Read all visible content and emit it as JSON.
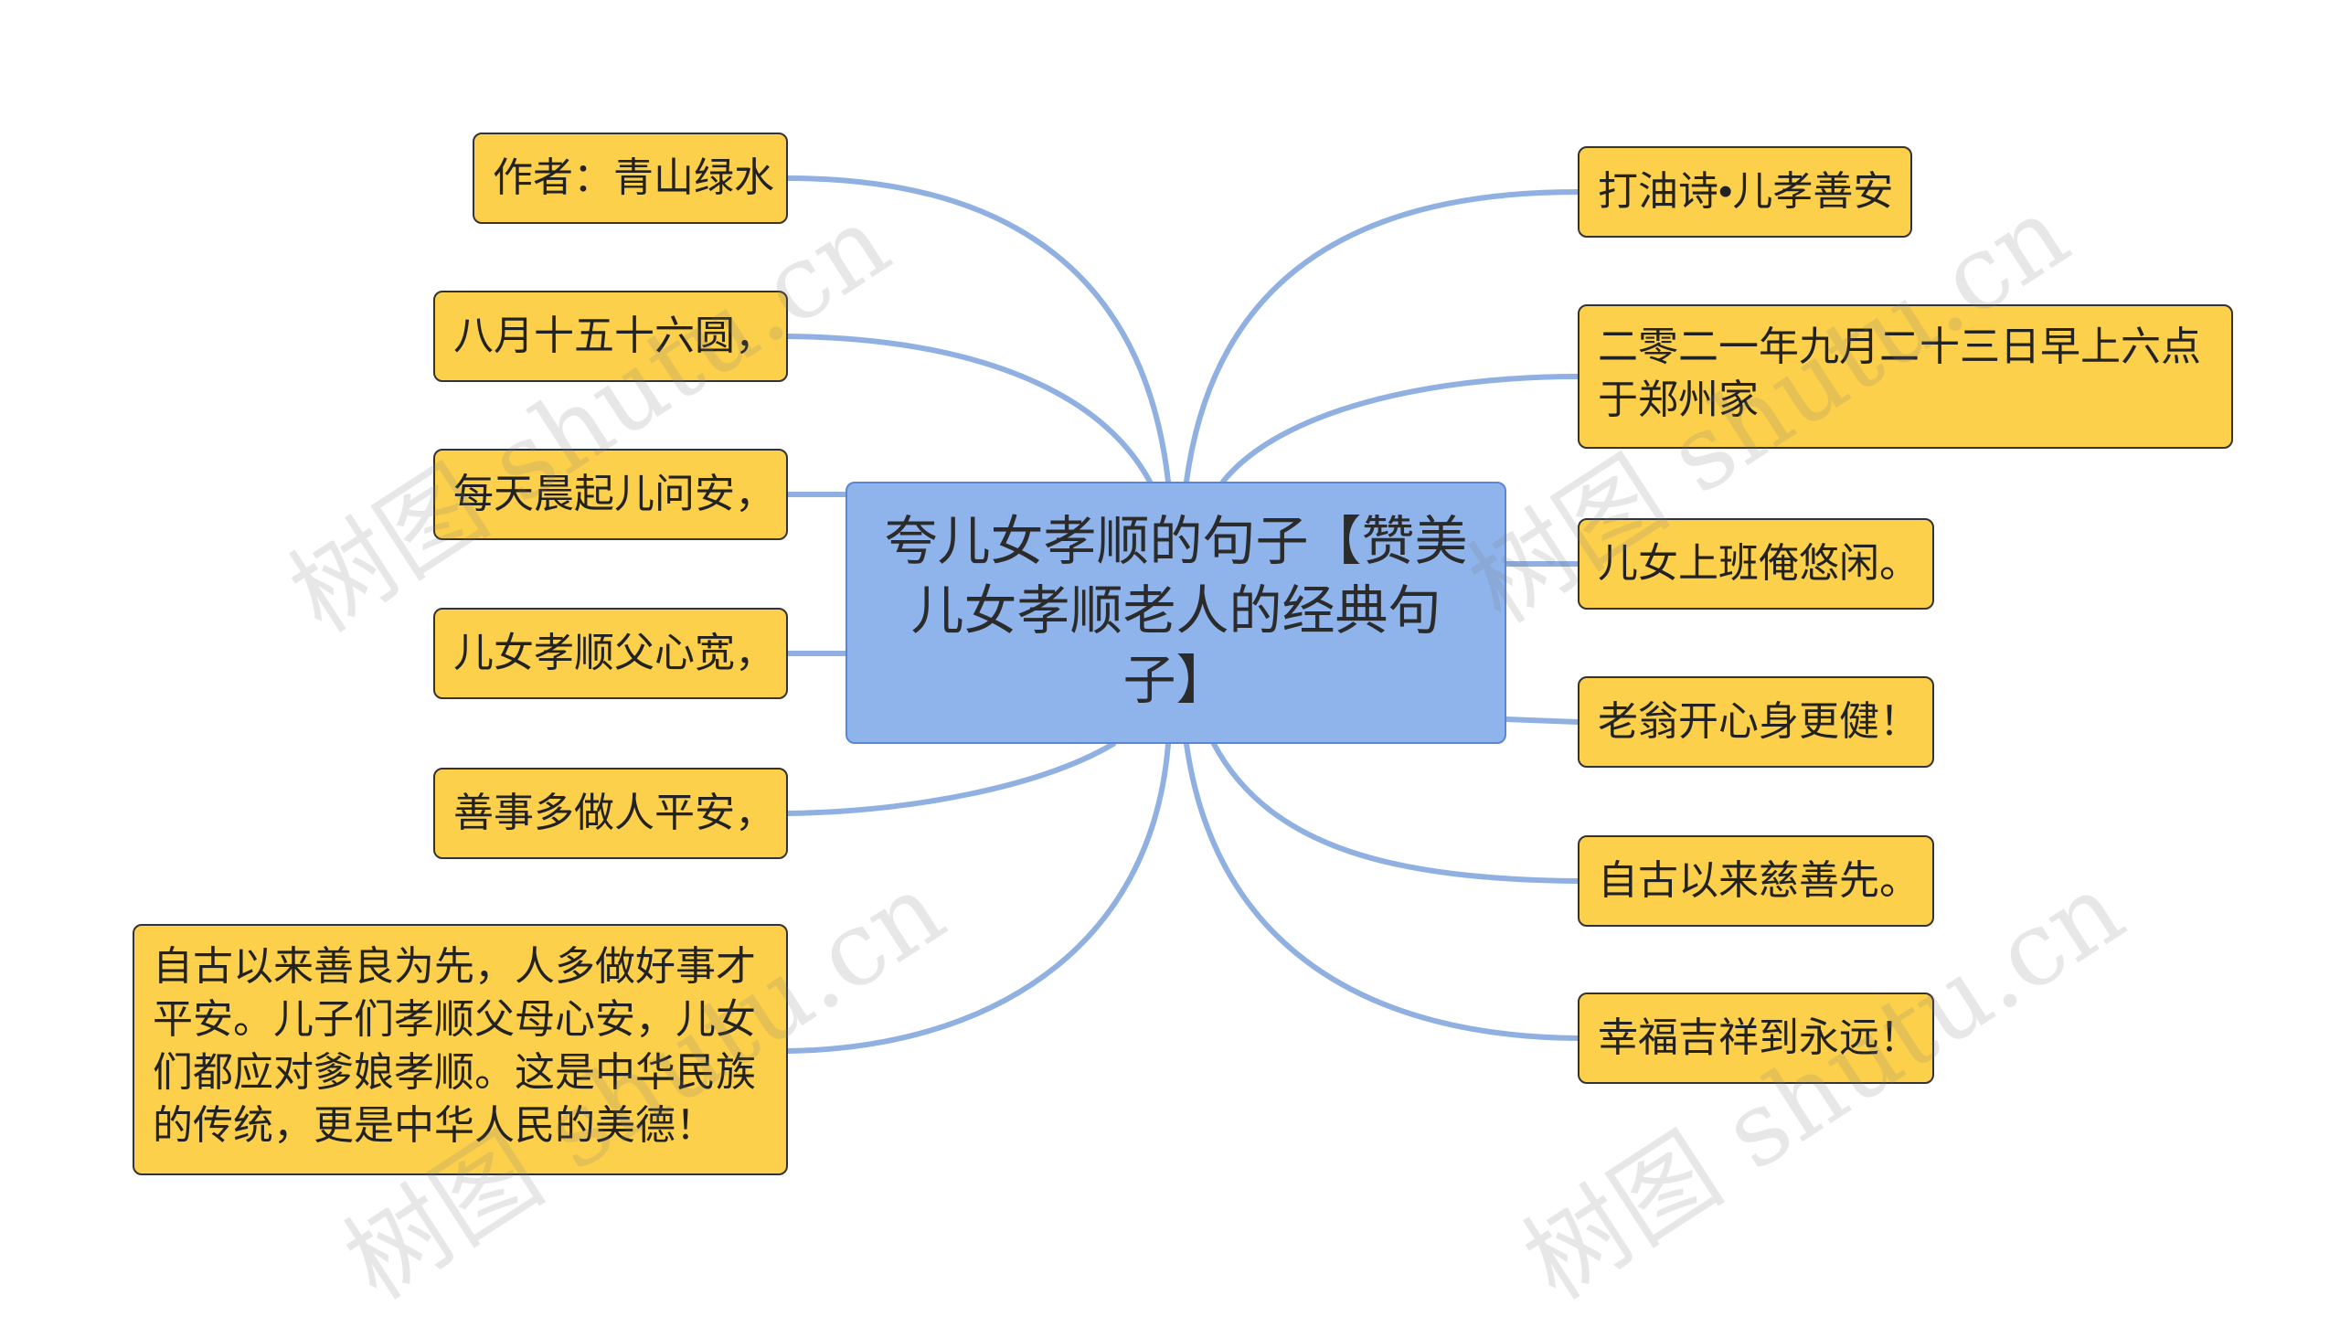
{
  "root": {
    "label": "夸儿女孝顺的句子【赞美儿女孝顺老人的经典句子】"
  },
  "left_nodes": [
    "作者：青山绿水",
    "八月十五十六圆，",
    "每天晨起儿问安，",
    "儿女孝顺父心宽，",
    "善事多做人平安，",
    "自古以来善良为先，人多做好事才平安。儿子们孝顺父母心安，儿女们都应对爹娘孝顺。这是中华民族的传统，更是中华人民的美德！"
  ],
  "right_nodes": [
    "打油诗•儿孝善安",
    "二零二一年九月二十三日早上六点于郑州家",
    "儿女上班俺悠闲。",
    "老翁开心身更健！",
    "自古以来慈善先。",
    "幸福吉祥到永远！"
  ],
  "watermark": "树图 shutu.cn",
  "colors": {
    "node_fill": "#fdd04c",
    "root_fill": "#8fb4ec",
    "edge": "#8fb0e0"
  }
}
